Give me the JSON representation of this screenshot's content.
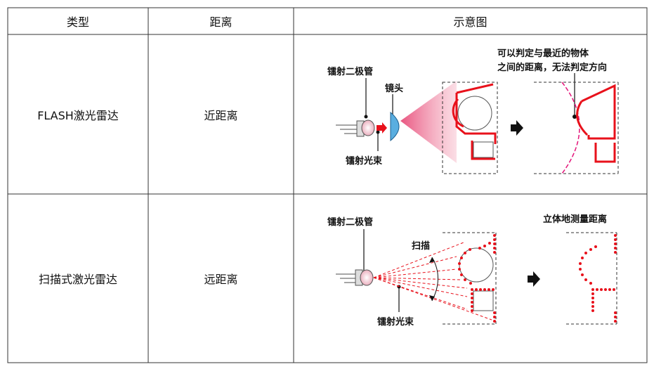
{
  "table": {
    "headers": [
      "类型",
      "距离",
      "示意图"
    ],
    "rows": [
      {
        "type": "FLASH激光雷达",
        "distance": "近距离"
      },
      {
        "type": "扫描式激光雷达",
        "distance": "远距离"
      }
    ]
  },
  "diagram_flash": {
    "laser_diode_label": "镭射二极管",
    "lens_label": "镜头",
    "beam_label": "镭射光束",
    "note_line1": "可以判定与最近的物体",
    "note_line2": "之间的距离，无法判定方向"
  },
  "diagram_scan": {
    "laser_diode_label": "镭射二极管",
    "scan_label": "扫描",
    "beam_label": "镭射光束",
    "result_label": "立体地测量距离"
  },
  "colors": {
    "red": "#e8111b",
    "pink": "#f08aa0",
    "magenta": "#e4157a",
    "lens_blue": "#5aaee0",
    "border": "#333333"
  }
}
